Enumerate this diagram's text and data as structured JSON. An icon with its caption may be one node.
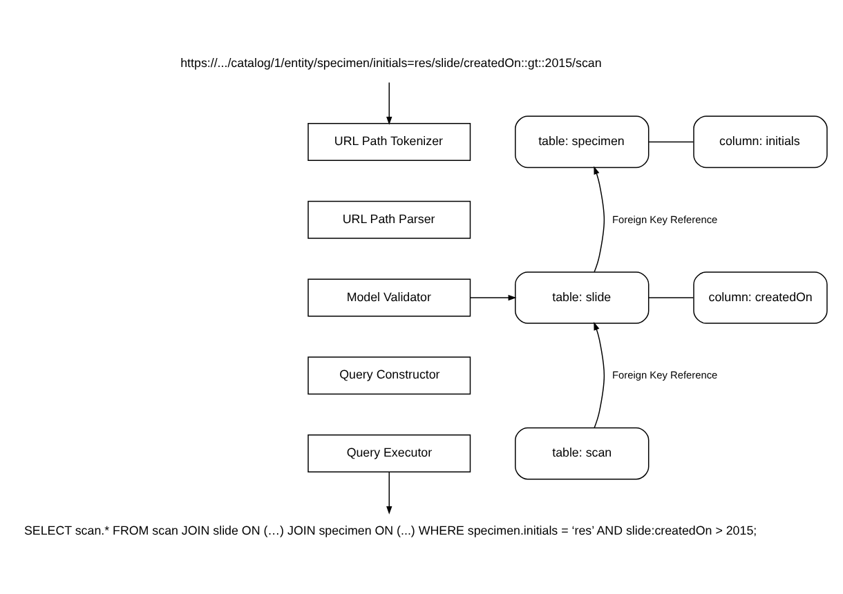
{
  "diagram": {
    "nodes": [
      {
        "text": [
          "https://.../catalog/1/entity/specimen/initials=res/slide/createdOn::gt::2015/scan"
        ]
      },
      {
        "text": [
          "URL Path Tokenizer"
        ]
      },
      {
        "text": [
          "URL Path Parser"
        ]
      },
      {
        "text": [
          "Model Validator"
        ]
      },
      {
        "text": [
          "Query Constructor"
        ]
      },
      {
        "text": [
          "Query Executor"
        ]
      },
      {
        "text": [
          "table: specimen"
        ]
      },
      {
        "text": [
          "column: initials"
        ]
      },
      {
        "text": [
          "table: slide"
        ]
      },
      {
        "text": [
          "column: createdOn"
        ]
      },
      {
        "text": [
          "table: scan"
        ]
      },
      {
        "text": [
          "SELECT scan.* FROM scan JOIN slide ON (…) JOIN specimen ON (...) WHERE specimen.initials = ‘res’ AND slide:createdOn > 2015;"
        ]
      }
    ],
    "edges": [
      {
        "from": 0,
        "to": 1,
        "arrow": "to"
      },
      {
        "from": 3,
        "to": 8,
        "arrow": "to"
      },
      {
        "from": 5,
        "to": 11,
        "arrow": "to"
      },
      {
        "from": 6,
        "to": 7,
        "arrow": "none"
      },
      {
        "from": 8,
        "to": 9,
        "arrow": "none"
      },
      {
        "from": 8,
        "to": 6,
        "arrow": "to",
        "label": "Foreign Key Reference"
      },
      {
        "from": 10,
        "to": 8,
        "arrow": "to",
        "label": "Foreign Key Reference"
      }
    ]
  }
}
